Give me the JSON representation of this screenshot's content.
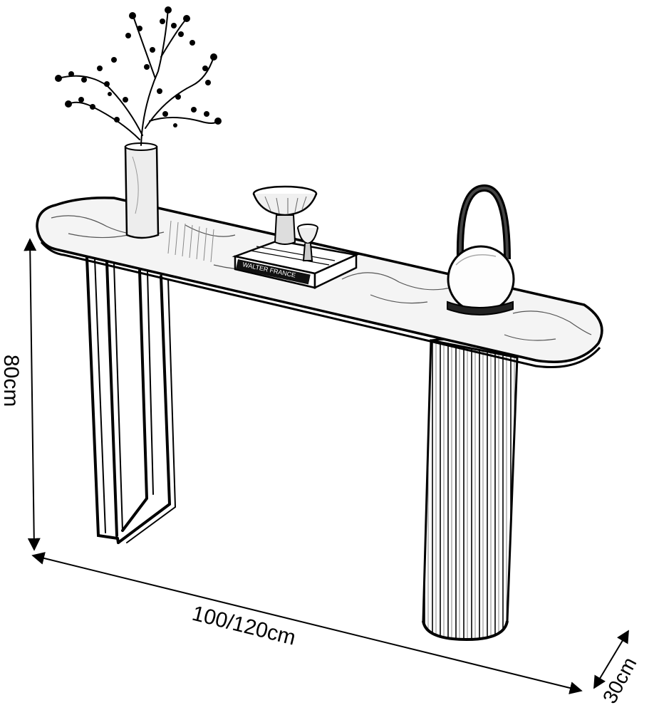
{
  "dimensions": {
    "height": "80cm",
    "width": "100/120cm",
    "depth": "30cm"
  },
  "book": {
    "spine_text": "WALTER FRANCE"
  },
  "colors": {
    "ink": "#000000",
    "background": "#ffffff",
    "stone": "#f4f4f4",
    "fluting": "#e9e9e9"
  }
}
